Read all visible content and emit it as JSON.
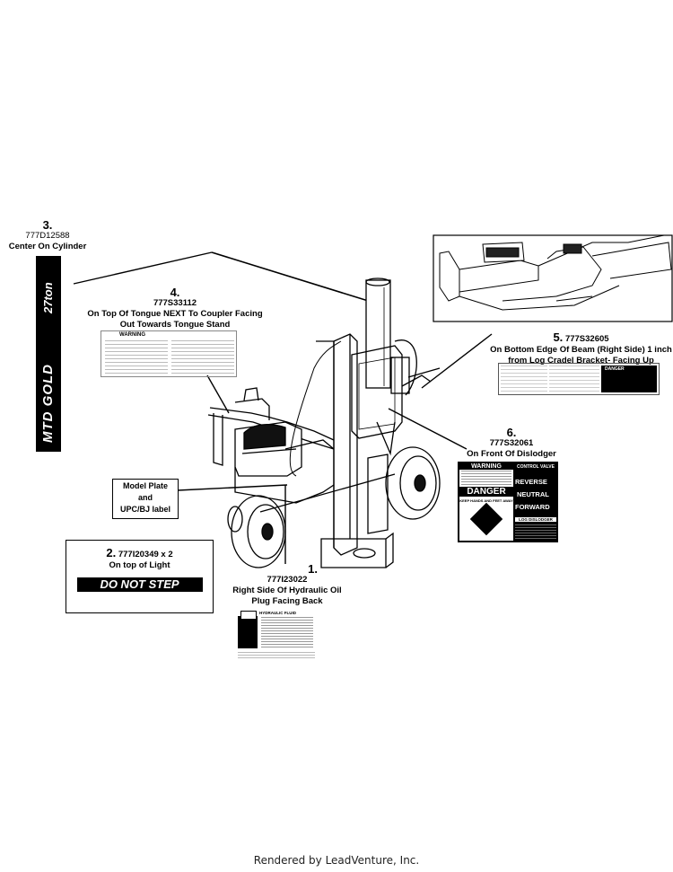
{
  "callouts": {
    "c3": {
      "num": "3.",
      "part": "777D12588",
      "desc": "Center On Cylinder"
    },
    "c4": {
      "num": "4.",
      "part": "777S33112",
      "desc1": "On Top Of Tongue NEXT To Coupler Facing",
      "desc2": "Out Towards Tongue Stand"
    },
    "c5": {
      "num": "5.",
      "part": "777S32605",
      "desc1": "On Bottom Edge Of Beam (Right Side) 1 inch",
      "desc2": "from Log Cradel Bracket- Facing Up"
    },
    "c6": {
      "num": "6.",
      "part": "777S32061",
      "desc": "On Front Of Dislodger"
    },
    "c2": {
      "num": "2.",
      "part": "777I20349 x 2",
      "desc": "On top of Light"
    },
    "c1": {
      "num": "1.",
      "part": "777I23022",
      "desc1": "Right Side Of Hydraulic Oil",
      "desc2": "Plug Facing Back"
    },
    "model": {
      "l1": "Model Plate",
      "l2": "and",
      "l3": "UPC/BJ label"
    }
  },
  "decals": {
    "mtd": {
      "brand": "MTD GOLD",
      "tons": "27ton"
    },
    "warning": {
      "title": "WARNING"
    },
    "donotstep": {
      "text": "DO NOT STEP"
    },
    "hydraulic": {
      "title": "HYDRAULIC FLUID"
    },
    "dislodger": {
      "warning": "WARNING",
      "control_valve": "CONTROL VALVE",
      "danger": "DANGER",
      "keep_hands": "KEEP HANDS AND FEET AWAY",
      "reverse": "REVERSE",
      "neutral": "NEUTRAL",
      "forward": "FORWARD",
      "log_dislodger": "LOG DISLODGER"
    },
    "beam": {
      "danger": "DANGER"
    }
  },
  "footer": "Rendered by LeadVenture, Inc."
}
